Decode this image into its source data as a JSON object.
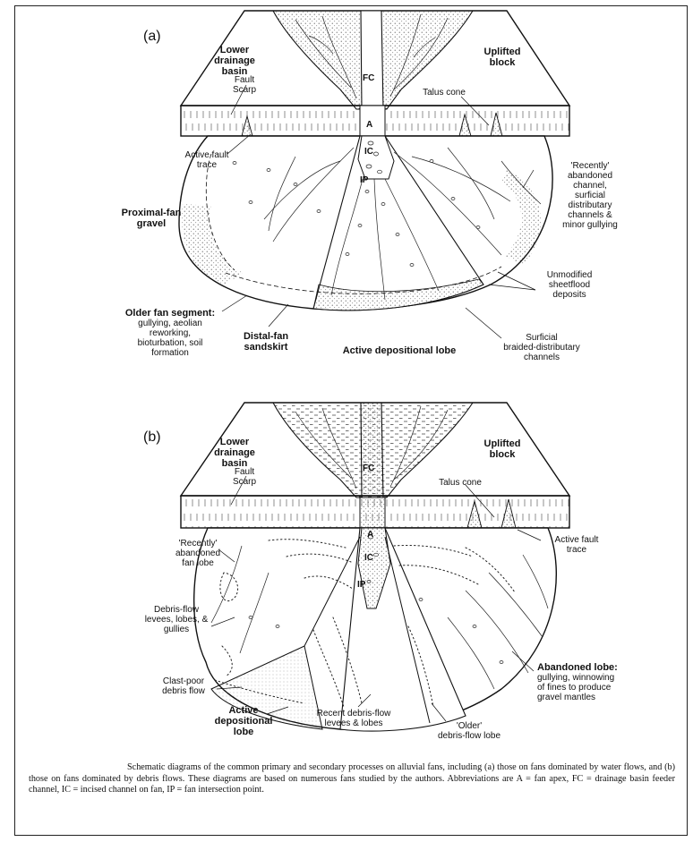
{
  "panel_a": {
    "tag": "(a)",
    "labels": {
      "lower_drainage_basin": "Lower\ndrainage\nbasin",
      "uplifted_block": "Uplifted\nblock",
      "fault_scarp": "Fault\nScarp",
      "talus_cone": "Talus cone",
      "active_fault_trace": "Active fault\ntrace",
      "recently_abandoned": "'Recently'\nabandoned\nchannel,\nsurficial\ndistributary\nchannels &\nminor gullying",
      "proximal_fan_gravel": "Proximal-fan\ngravel",
      "unmodified_sheetflood": "Unmodified\nsheetflood\ndeposits",
      "older_fan_segment_title": "Older fan segment:",
      "older_fan_segment_desc": "gullying, aeolian\nreworking,\nbioturbation, soil\nformation",
      "distal_fan_sandskirt": "Distal-fan\nsandskirt",
      "active_depositional_lobe": "Active depositional lobe",
      "surficial_braided": "Surficial\nbraided-distributary\nchannels"
    },
    "abbreviations": {
      "fc": "FC",
      "a": "A",
      "ic": "IC",
      "ip": "IP"
    }
  },
  "panel_b": {
    "tag": "(b)",
    "labels": {
      "lower_drainage_basin": "Lower\ndrainage\nbasin",
      "uplifted_block": "Uplifted\nblock",
      "fault_scarp": "Fault\nScarp",
      "talus_cone": "Talus cone",
      "active_fault_trace": "Active fault\ntrace",
      "recently_abandoned_lobe": "'Recently'\nabandoned\nfan lobe",
      "debris_flow_levees": "Debris-flow\nlevees, lobes, &\ngullies",
      "clast_poor": "Clast-poor\ndebris flow",
      "active_depositional_lobe": "Active\ndepositional\nlobe",
      "recent_debris_flow": "Recent debris-flow\nlevees & lobes",
      "older_debris_flow_lobe": "'Older'\ndebris-flow lobe",
      "abandoned_lobe_title": "Abandoned lobe:",
      "abandoned_lobe_desc": "gullying, winnowing\nof fines to produce\ngravel mantles"
    },
    "abbreviations": {
      "fc": "FC",
      "a": "A",
      "ic": "IC",
      "ip": "IP"
    }
  },
  "caption": "Schematic diagrams of the common primary and secondary processes on alluvial fans, including (a) those on fans dominated by water flows, and (b) those on fans dominated by debris flows. These diagrams are based on numerous fans studied by the authors. Abbreviations are A = fan apex, FC = drainage basin feeder channel, IC = incised channel on fan, IP = fan intersection point."
}
